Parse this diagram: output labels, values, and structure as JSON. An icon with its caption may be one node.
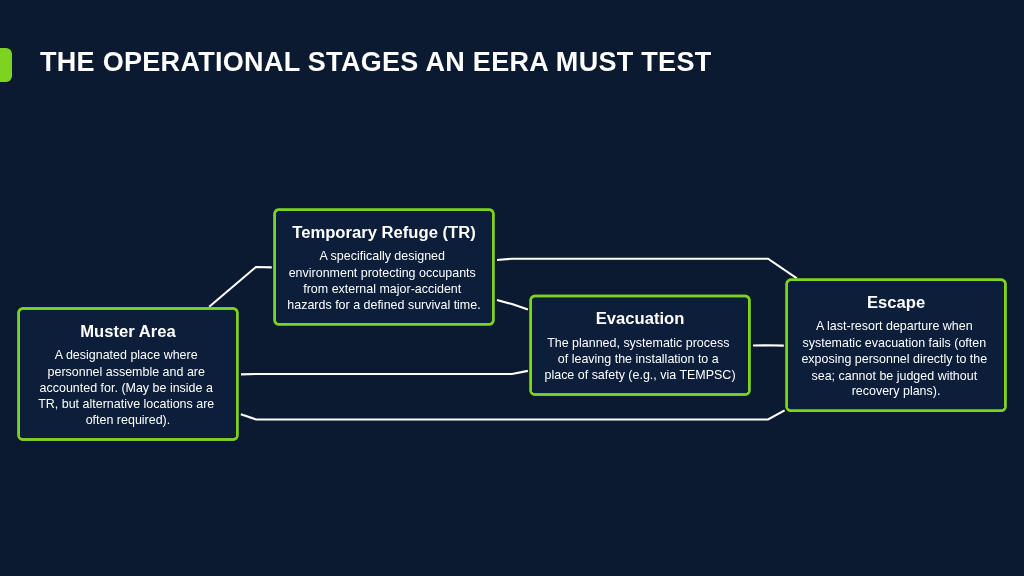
{
  "diagram": {
    "title": "THE OPERATIONAL STAGES AN EERA MUST TEST",
    "nodes": [
      {
        "text": [
          "Muster Area",
          "A designated place where personnel assemble and are accounted for. (May be inside a TR, but alternative locations are often required)."
        ]
      },
      {
        "text": [
          "Temporary Refuge (TR)",
          "A specifically designed environment protecting occupants from external major-accident hazards for a defined survival time."
        ]
      },
      {
        "text": [
          "Evacuation",
          "The planned, systematic process of leaving the installation to a place of safety (e.g., via TEMPSC)"
        ]
      },
      {
        "text": [
          "Escape",
          "A last-resort departure when systematic evacuation fails (often exposing personnel directly to the sea; cannot be judged without recovery plans)."
        ]
      }
    ],
    "edges": [
      {
        "from": 0,
        "to": 1,
        "arrow": "none"
      },
      {
        "from": 0,
        "to": 2,
        "arrow": "none"
      },
      {
        "from": 1,
        "to": 3,
        "arrow": "none"
      },
      {
        "from": 0,
        "to": 3,
        "arrow": "none"
      },
      {
        "from": 1,
        "to": 2,
        "arrow": "none"
      },
      {
        "from": 2,
        "to": 3,
        "arrow": "none"
      }
    ]
  }
}
